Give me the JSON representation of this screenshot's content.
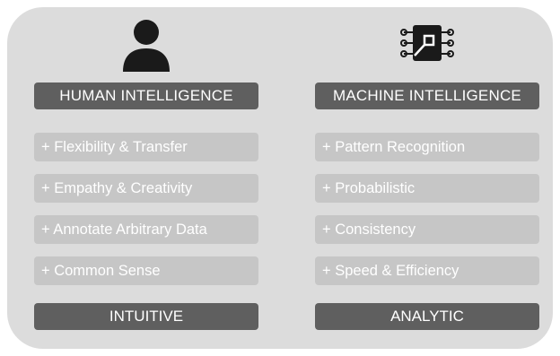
{
  "human": {
    "icon": "person-icon",
    "title": "HUMAN INTELLIGENCE",
    "items": [
      "+ Flexibility & Transfer",
      "+ Empathy & Creativity",
      "+ Annotate Arbitrary Data",
      "+ Common Sense"
    ],
    "footer": "INTUITIVE"
  },
  "machine": {
    "icon": "chip-icon",
    "title": "MACHINE INTELLIGENCE",
    "items": [
      "+ Pattern Recognition",
      "+ Probabilistic",
      "+ Consistency",
      "+ Speed & Efficiency"
    ],
    "footer": "ANALYTIC"
  },
  "colors": {
    "panel": "#dcdcdc",
    "header": "#5f5f5f",
    "item": "#c6c6c6",
    "text": "#ffffff",
    "icon": "#1a1a1a"
  }
}
